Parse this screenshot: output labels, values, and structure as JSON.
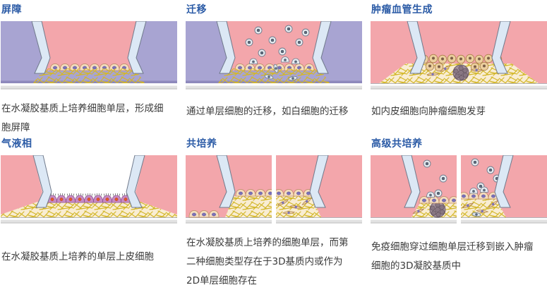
{
  "page": {
    "background": "#ffffff",
    "title_color": "#2b5ba6",
    "caption_color": "#3b3b3b"
  },
  "palette": {
    "medium_pink": "#f3a6ab",
    "reservoir_lavender": "#a8a4d2",
    "insert_wall_blue": "#dce8f5",
    "hydrogel_cream": "#f9edd3",
    "fiber_yellow": "#d3b72b",
    "cell_tan": "#f4dcbd",
    "nucleus_purple": "#7b72b9",
    "immune_cell_gray": "#e7ecf1",
    "ali_cell_mauve": "#c98ac4",
    "ali_nucleus_orange": "#e2572b",
    "spheroid_gray": "#a5929d",
    "base_bar_gray": "#e2e2e2"
  },
  "panels": [
    {
      "id": "barrier",
      "title": "屏障",
      "caption": "在水凝胶基质上培养细胞单层，形成细胞屏障"
    },
    {
      "id": "migration",
      "title": "迁移",
      "caption": "通过单层细胞的迁移，如白细胞的迁移"
    },
    {
      "id": "tumor-angiogenesis",
      "title": "肿瘤血管生成",
      "caption": "如内皮细胞向肿瘤细胞发芽"
    },
    {
      "id": "air-liquid-interface",
      "title": "气液相",
      "caption": "在水凝胶基质上培养的单层上皮细胞"
    },
    {
      "id": "co-culture",
      "title": "共培养",
      "caption": "在水凝胶基质上培养的细胞单层，而第二种细胞类型存在于3D基质内或作为2D单层细胞存在"
    },
    {
      "id": "advanced-co-culture",
      "title": "高级共培养",
      "caption": "免疫细胞穿过细胞单层迁移到嵌入肿瘤细胞的3D凝胶基质中"
    }
  ]
}
